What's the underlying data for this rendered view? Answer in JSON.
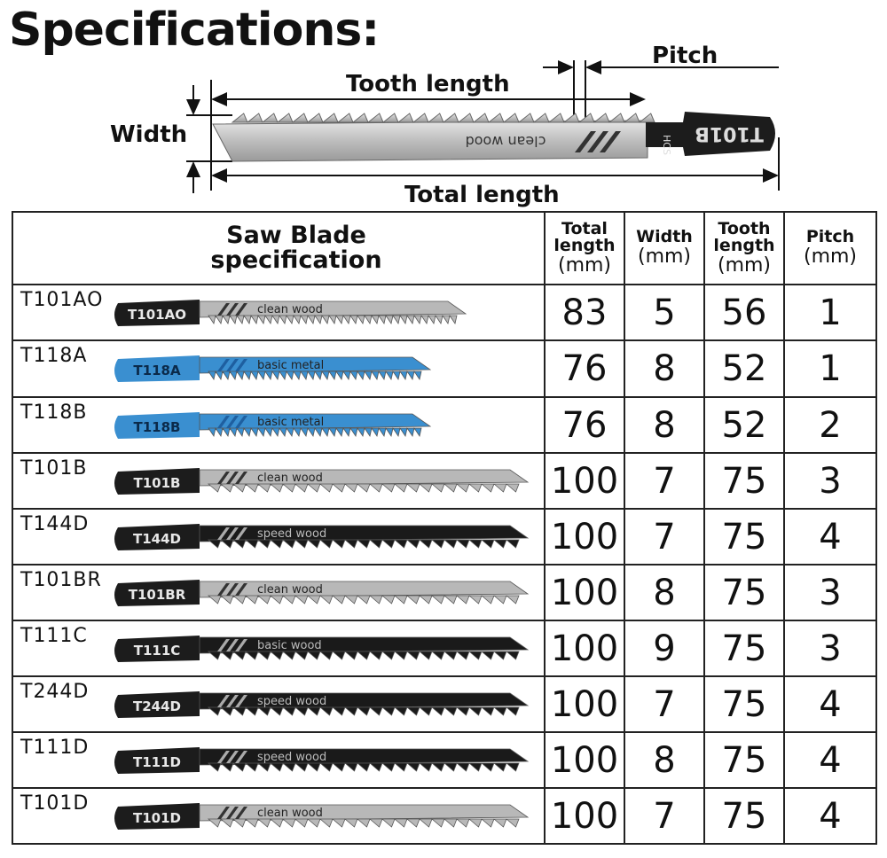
{
  "title": "Specifications:",
  "diagram": {
    "pitch_label": "Pitch",
    "tooth_length_label": "Tooth length",
    "width_label": "Width",
    "total_length_label": "Total length",
    "blade_code": "T101B",
    "blade_hcs": "HCS",
    "blade_text": "clean wood"
  },
  "table": {
    "headers": {
      "spec": "Saw Blade specification",
      "total_length": "Total length",
      "total_length_unit": "(mm)",
      "width": "Width",
      "width_unit": "(mm)",
      "tooth_length": "Tooth length",
      "tooth_length_unit": "(mm)",
      "pitch": "Pitch",
      "pitch_unit": "(mm)"
    },
    "rows": [
      {
        "model": "T101AO",
        "blade_code": "T101AO",
        "blade_text": "clean wood",
        "color": "silver",
        "total_length": "83",
        "width": "5",
        "tooth_length": "56",
        "pitch": "1"
      },
      {
        "model": "T118A",
        "blade_code": "T118A",
        "blade_text": "basic metal",
        "color": "blue",
        "total_length": "76",
        "width": "8",
        "tooth_length": "52",
        "pitch": "1"
      },
      {
        "model": "T118B",
        "blade_code": "T118B",
        "blade_text": "basic metal",
        "color": "blue",
        "total_length": "76",
        "width": "8",
        "tooth_length": "52",
        "pitch": "2"
      },
      {
        "model": "T101B",
        "blade_code": "T101B",
        "blade_text": "clean wood",
        "color": "silver",
        "total_length": "100",
        "width": "7",
        "tooth_length": "75",
        "pitch": "3"
      },
      {
        "model": "T144D",
        "blade_code": "T144D",
        "blade_text": "speed wood",
        "color": "black",
        "total_length": "100",
        "width": "7",
        "tooth_length": "75",
        "pitch": "4"
      },
      {
        "model": "T101BR",
        "blade_code": "T101BR",
        "blade_text": "clean wood",
        "color": "silver",
        "total_length": "100",
        "width": "8",
        "tooth_length": "75",
        "pitch": "3"
      },
      {
        "model": "T111C",
        "blade_code": "T111C",
        "blade_text": "basic wood",
        "color": "black",
        "total_length": "100",
        "width": "9",
        "tooth_length": "75",
        "pitch": "3"
      },
      {
        "model": "T244D",
        "blade_code": "T244D",
        "blade_text": "speed wood",
        "color": "black",
        "total_length": "100",
        "width": "7",
        "tooth_length": "75",
        "pitch": "4"
      },
      {
        "model": "T111D",
        "blade_code": "T111D",
        "blade_text": "speed wood",
        "color": "black",
        "total_length": "100",
        "width": "8",
        "tooth_length": "75",
        "pitch": "4"
      },
      {
        "model": "T101D",
        "blade_code": "T101D",
        "blade_text": "clean wood",
        "color": "silver",
        "total_length": "100",
        "width": "7",
        "tooth_length": "75",
        "pitch": "4"
      }
    ]
  },
  "colors": {
    "silver": "#b8b8b8",
    "blue": "#3a8fd0",
    "black": "#1a1a1a",
    "shank": "#1c1c1c"
  }
}
